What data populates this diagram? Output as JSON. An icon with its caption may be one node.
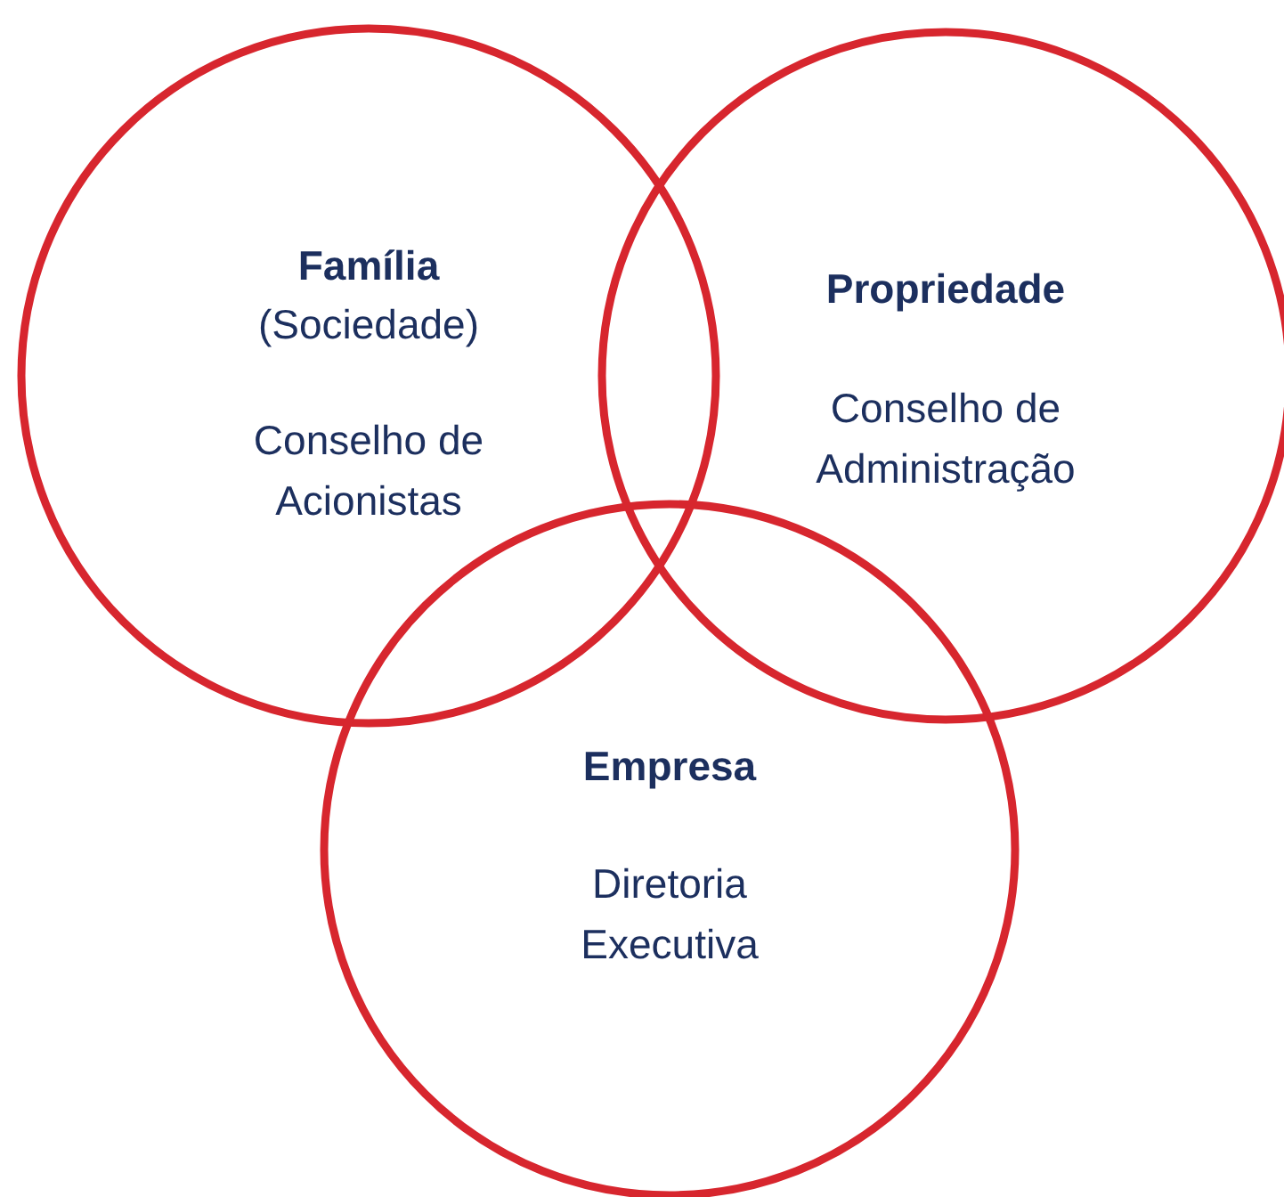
{
  "diagram": {
    "nodes": [
      {
        "text": [
          "Família",
          "(Sociedade)",
          "Conselho de Acionistas"
        ]
      },
      {
        "text": [
          "Propriedade",
          "Conselho de Administração"
        ]
      },
      {
        "text": [
          "Empresa",
          "Diretoria Executiva"
        ]
      }
    ],
    "edges": []
  }
}
